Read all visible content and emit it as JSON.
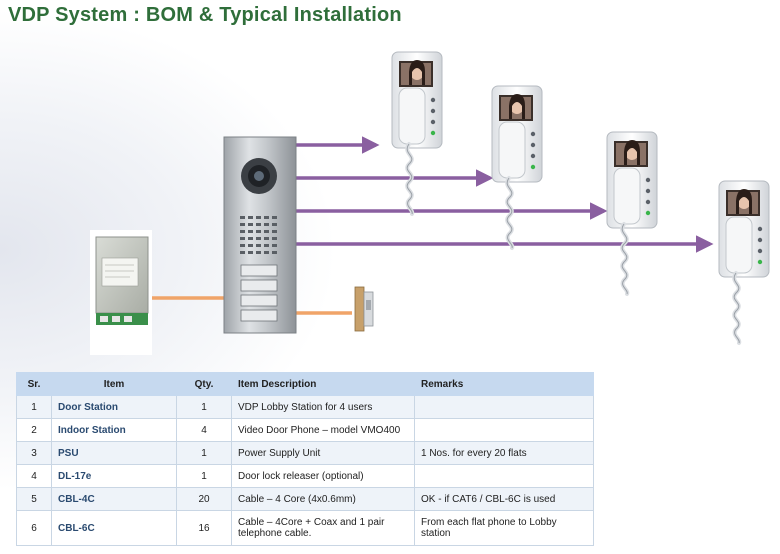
{
  "title": "VDP System : BOM & Typical Installation",
  "colors": {
    "title": "#2f6e3a",
    "cable_building": "#8a5fa0",
    "cable_power": "#f0a468",
    "table_header": "#c6d9ef",
    "table_row_alt": "#eef3f9",
    "item_text": "#2a4a70"
  },
  "table": {
    "headers": {
      "sr": "Sr.",
      "item": "Item",
      "qty": "Qty.",
      "description": "Item Description",
      "remarks": "Remarks"
    },
    "rows": [
      {
        "sr": "1",
        "item": "Door Station",
        "qty": "1",
        "description": "VDP Lobby Station for 4 users",
        "remarks": ""
      },
      {
        "sr": "2",
        "item": "Indoor Station",
        "qty": "4",
        "description": "Video Door Phone – model VMO400",
        "remarks": ""
      },
      {
        "sr": "3",
        "item": "PSU",
        "qty": "1",
        "description": "Power Supply Unit",
        "remarks": "1 Nos. for every 20 flats"
      },
      {
        "sr": "4",
        "item": "DL-17e",
        "qty": "1",
        "description": "Door lock releaser (optional)",
        "remarks": ""
      },
      {
        "sr": "5",
        "item": "CBL-4C",
        "qty": "20",
        "description": "Cable – 4 Core (4x0.6mm)",
        "remarks": "OK   -  if CAT6  / CBL-6C  is used"
      },
      {
        "sr": "6",
        "item": "CBL-6C",
        "qty": "16",
        "description": "Cable – 4Core + Coax and 1 pair telephone cable.",
        "remarks": "From each flat phone to Lobby station"
      }
    ]
  }
}
